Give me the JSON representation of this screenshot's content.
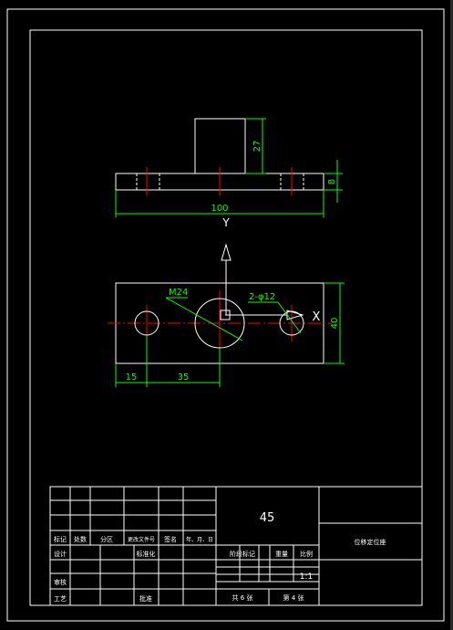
{
  "drawing": {
    "dimensions": {
      "height_boss": "27",
      "height_base": "8",
      "width_total": "100",
      "diameter_center": "M24",
      "holes": "2-φ12",
      "depth": "40",
      "offset_hole": "15",
      "offset_center": "35"
    },
    "view_labels": {
      "y_arrow": "Y",
      "x_arrow": "X"
    }
  },
  "title_block": {
    "material": "45",
    "part_name": "位移定位座",
    "row_labels": {
      "mark": "标记",
      "count": "处数",
      "zone": "分区",
      "change_doc": "更改文件号",
      "signature": "签名",
      "date": "年、月、日",
      "design": "设计",
      "standardize": "标准化",
      "review": "审核",
      "process": "工艺",
      "approve": "批准"
    },
    "stage_mark": "阶段标记",
    "weight": "重量",
    "scale_label": "比例",
    "scale_value": "1:1",
    "sheets_total": "共  6  张",
    "sheet_current": "第  4  张"
  },
  "colors": {
    "outline": "#ffffff",
    "dimension": "#00ff00",
    "centerline": "#ff0000"
  }
}
